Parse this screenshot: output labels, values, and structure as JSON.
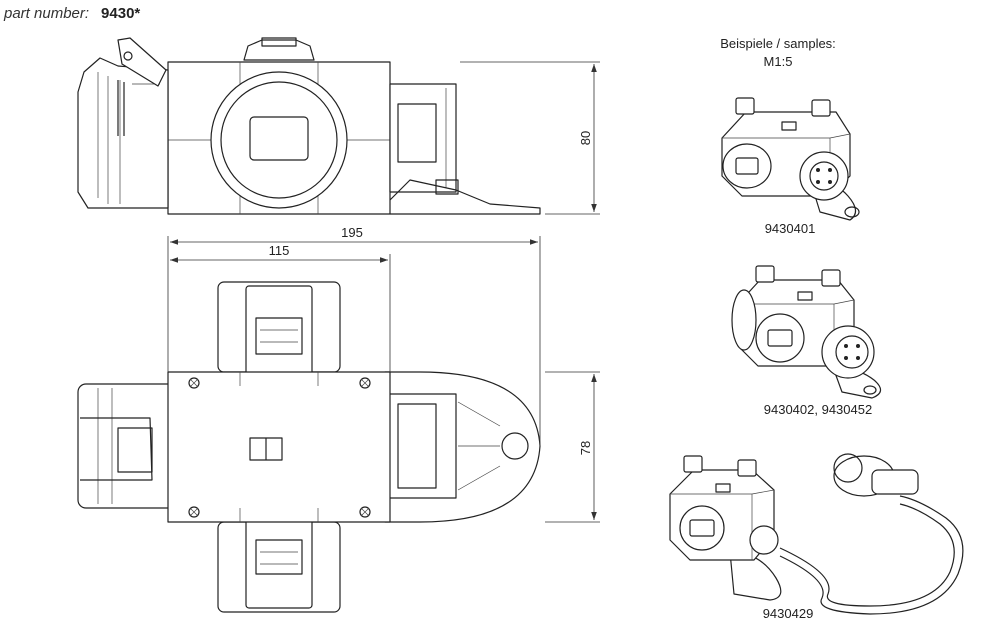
{
  "header": {
    "label": "part number:",
    "value": "9430*"
  },
  "dimensions": {
    "height_side": "80",
    "total_length": "195",
    "partial_length": "115",
    "width_top": "78"
  },
  "samples": {
    "heading_line1": "Beispiele / samples:",
    "heading_line2": "M1:5",
    "items": [
      {
        "caption": "9430401"
      },
      {
        "caption": "9430402, 9430452"
      },
      {
        "caption": "9430429"
      }
    ]
  }
}
